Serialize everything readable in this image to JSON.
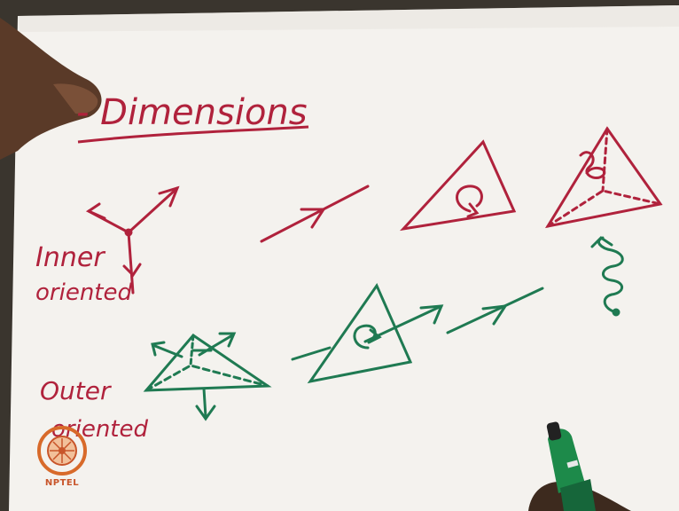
{
  "frame": {
    "title": "- Dimensions",
    "row1_label_line1": "Inner",
    "row1_label_line2": "oriented",
    "row2_label_line1": "Outer",
    "row2_label_line2": "oriented",
    "logo_text": "NPTEL"
  },
  "colors": {
    "paper": "#f4f2ee",
    "red_ink": "#b0223c",
    "green_ink": "#1f7a52",
    "marker_green": "#1d8a4a",
    "skin": "#5a3a28"
  }
}
